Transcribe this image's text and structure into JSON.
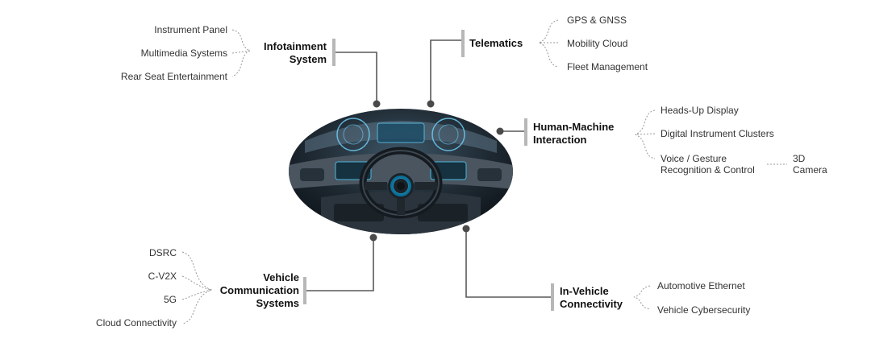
{
  "colors": {
    "connector": "#595959",
    "bar": "#b7b7b7",
    "text": "#333333",
    "heading": "#111111"
  },
  "center": {
    "image": "car-cockpit-dashboard",
    "icon": "steering-wheel-icon"
  },
  "nodes": {
    "infotainment": {
      "title_line1": "Infotainment",
      "title_line2": "System",
      "items": [
        "Instrument Panel",
        "Multimedia Systems",
        "Rear Seat Entertainment"
      ]
    },
    "telematics": {
      "title": "Telematics",
      "items": [
        "GPS & GNSS",
        "Mobility Cloud",
        "Fleet Management"
      ]
    },
    "hmi": {
      "title_line1": "Human-Machine",
      "title_line2": "Interaction",
      "items": [
        "Heads-Up Display",
        "Digital Instrument Clusters"
      ],
      "voice_line1": "Voice / Gesture",
      "voice_line2": "Recognition & Control",
      "sub_line1": "3D",
      "sub_line2": "Camera"
    },
    "vcs": {
      "title_line1": "Vehicle",
      "title_line2": "Communication",
      "title_line3": "Systems",
      "items": [
        "DSRC",
        "C-V2X",
        "5G",
        "Cloud Connectivity"
      ]
    },
    "ivc": {
      "title_line1": "In-Vehicle",
      "title_line2": "Connectivity",
      "items": [
        "Automotive Ethernet",
        "Vehicle Cybersecurity"
      ]
    }
  }
}
